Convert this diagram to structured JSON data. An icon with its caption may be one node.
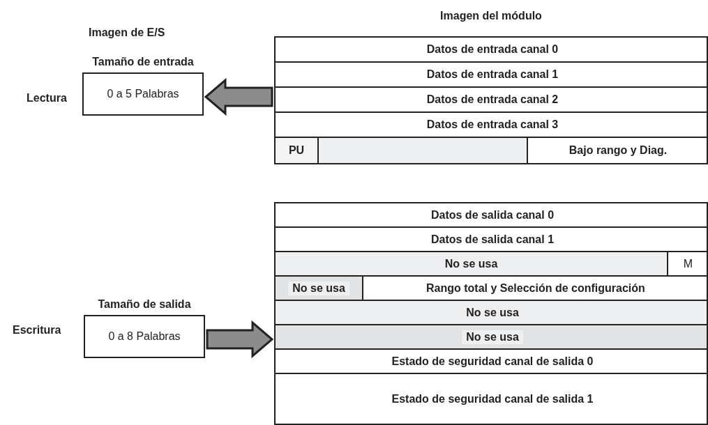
{
  "diagram": {
    "nodes": [
      {
        "text": [
          "Imagen del módulo"
        ]
      },
      {
        "text": [
          "Datos de entrada canal 0"
        ],
        "in": 0
      },
      {
        "text": [
          "Datos de entrada canal 1"
        ],
        "in": 0
      },
      {
        "text": [
          "Datos de entrada canal 2"
        ],
        "in": 0
      },
      {
        "text": [
          "Datos de entrada canal 3"
        ],
        "in": 0
      },
      {
        "text": [
          "PU"
        ],
        "in": 0
      },
      {
        "text": [],
        "shape": "box",
        "in": 0
      },
      {
        "text": [
          "Bajo rango y Diag."
        ],
        "in": 0
      },
      {
        "text": [
          "Tamaño de entrada",
          "0 a 5 Palabras"
        ],
        "beside": [
          "Lectura"
        ]
      },
      {
        "text": [],
        "shape": "box"
      },
      {
        "text": [
          "Datos de salida canal 0"
        ],
        "in": 9
      },
      {
        "text": [
          "Datos de salida canal 1"
        ],
        "in": 9
      },
      {
        "text": [
          "No se usa"
        ],
        "in": 9
      },
      {
        "text": [
          "M"
        ],
        "in": 9
      },
      {
        "text": [
          "No se usa"
        ],
        "in": 9
      },
      {
        "text": [
          "Rango total y Selección de configuración"
        ],
        "in": 9
      },
      {
        "text": [
          "No se usa"
        ],
        "in": 9
      },
      {
        "text": [
          "No se usa"
        ],
        "in": 9
      },
      {
        "text": [
          "Estado de seguridad canal de salida 0"
        ],
        "in": 9
      },
      {
        "text": [
          "Estado de seguridad canal de salida 1"
        ],
        "in": 9
      },
      {
        "text": [
          "Tamaño de salida",
          "0 a 8 Palabras"
        ],
        "beside": [
          "Escritura"
        ]
      }
    ],
    "edges": [
      {
        "from": 0,
        "to": 8,
        "arrow": "to",
        "style": "thick"
      },
      {
        "from": 20,
        "to": 9,
        "arrow": "to",
        "style": "thick"
      }
    ],
    "labels": [
      "Imagen de E/S"
    ]
  }
}
